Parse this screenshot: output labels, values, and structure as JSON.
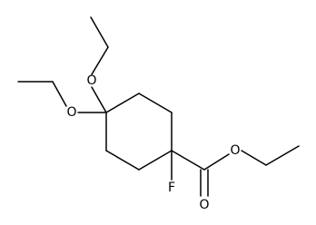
{
  "molecule": {
    "atoms": {
      "o1": "O",
      "o2": "O",
      "o3": "O",
      "o4": "O",
      "f": "F"
    }
  },
  "colors": {
    "bond": "#000000",
    "label": "#000000",
    "background": "#ffffff"
  }
}
